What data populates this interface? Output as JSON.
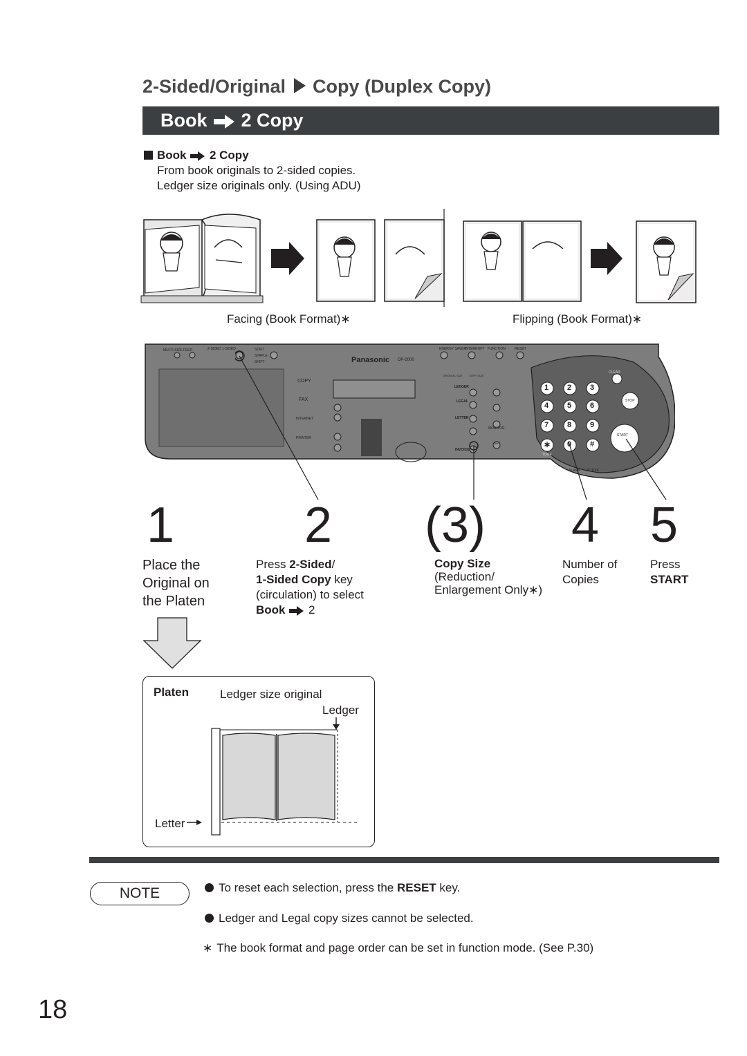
{
  "header": {
    "title_part1": "2-Sided/Original",
    "title_part2": "Copy (Duplex Copy)",
    "bar_book": "Book",
    "bar_copy": "2 Copy"
  },
  "subsection": {
    "label_book": "Book",
    "label_copy": "2 Copy",
    "line1": "From book originals to 2-sided copies.",
    "line2": "Ledger size originals only. (Using ADU)"
  },
  "illustrations": {
    "caption_left": "Facing (Book Format)",
    "caption_right": "Flipping (Book Format)",
    "asterisk": "∗"
  },
  "panel": {
    "brand": "Panasonic",
    "model": "DP-2000",
    "labels": {
      "multi_size_feed": "MULTI-SIZE FEED",
      "sided": "2-SIDED  1-SIDED",
      "sort": "SORT",
      "staple": "STAPLE",
      "shift": "SHIFT",
      "energy_saver": "ENERGY SAVER",
      "interrupt": "INTERRUPT",
      "function": "FUNCTION",
      "reset": "RESET",
      "copy": "COPY",
      "fax": "FAX",
      "internet": "INTERNET",
      "printer": "PRINTER",
      "original_size": "ORIGINAL SIZE",
      "copy_size": "COPY SIZE",
      "ledger": "LEDGER",
      "legal": "LEGAL",
      "letter": "LETTER",
      "invoice": "INVOICE",
      "clear": "CLEAR",
      "stop": "STOP",
      "start": "START",
      "tone": "TONE",
      "alarm": "ALARM",
      "active": "ACTIVE",
      "monitor": "MONITOR",
      "set": "SET"
    },
    "keys": [
      "1",
      "2",
      "3",
      "4",
      "5",
      "6",
      "7",
      "8",
      "9",
      "∗",
      "0",
      "#"
    ]
  },
  "steps": [
    {
      "number": "1",
      "text_lines": [
        "Place the",
        "Original on",
        "the Platen"
      ]
    },
    {
      "number": "2",
      "press": "Press ",
      "bold1": "2-Sided",
      "slash": "/",
      "bold2": "1-Sided Copy",
      "key": " key",
      "line3": "(circulation) to select",
      "bold3": "Book",
      "end": " 2"
    },
    {
      "number": "(3)",
      "bold": "Copy Size",
      "line2": "(Reduction/",
      "line3": "Enlargement Only",
      "close": ")"
    },
    {
      "number": "4",
      "line1": "Number of",
      "line2": "Copies"
    },
    {
      "number": "5",
      "line1": "Press",
      "bold": "START"
    }
  ],
  "platen": {
    "title": "Platen",
    "original_label": "Ledger size original",
    "ledger": "Ledger",
    "letter": "Letter"
  },
  "notes": {
    "badge": "NOTE",
    "line1_pre": "To reset each selection, press the ",
    "line1_bold": "RESET",
    "line1_post": " key.",
    "line2": "Ledger and Legal copy sizes cannot be selected.",
    "line3": "The book format and page order can be set in function mode. (See P.30)"
  },
  "page_number": "18"
}
